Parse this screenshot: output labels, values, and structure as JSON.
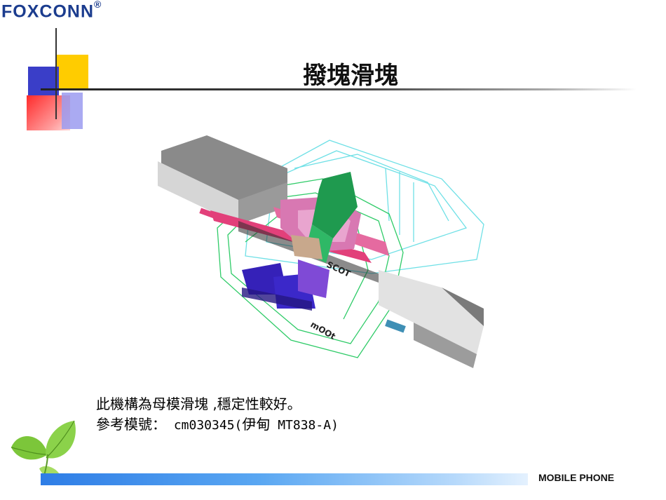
{
  "logo": {
    "text": "FOXCONN",
    "mark": "®"
  },
  "slide": {
    "title": "撥塊滑塊",
    "caption_line1": "此機構為母模滑塊 ,穩定性較好。",
    "caption_line2_prefix": "參考模號：",
    "caption_line2_code": " cm030345(",
    "caption_line2_customer": "伊甸",
    "caption_line2_model": " MT838-A)"
  },
  "figure": {
    "labels": [
      "SCOT",
      "mOOt"
    ]
  },
  "footer": {
    "brand": "MOBILE PHONE"
  },
  "colors": {
    "accent_yellow": "#ffcc00",
    "accent_blue": "#3a3ec8",
    "accent_red": "#ff2a2a",
    "footer_blue": "#2e7de6"
  },
  "icons": [
    "leaf-icon"
  ]
}
